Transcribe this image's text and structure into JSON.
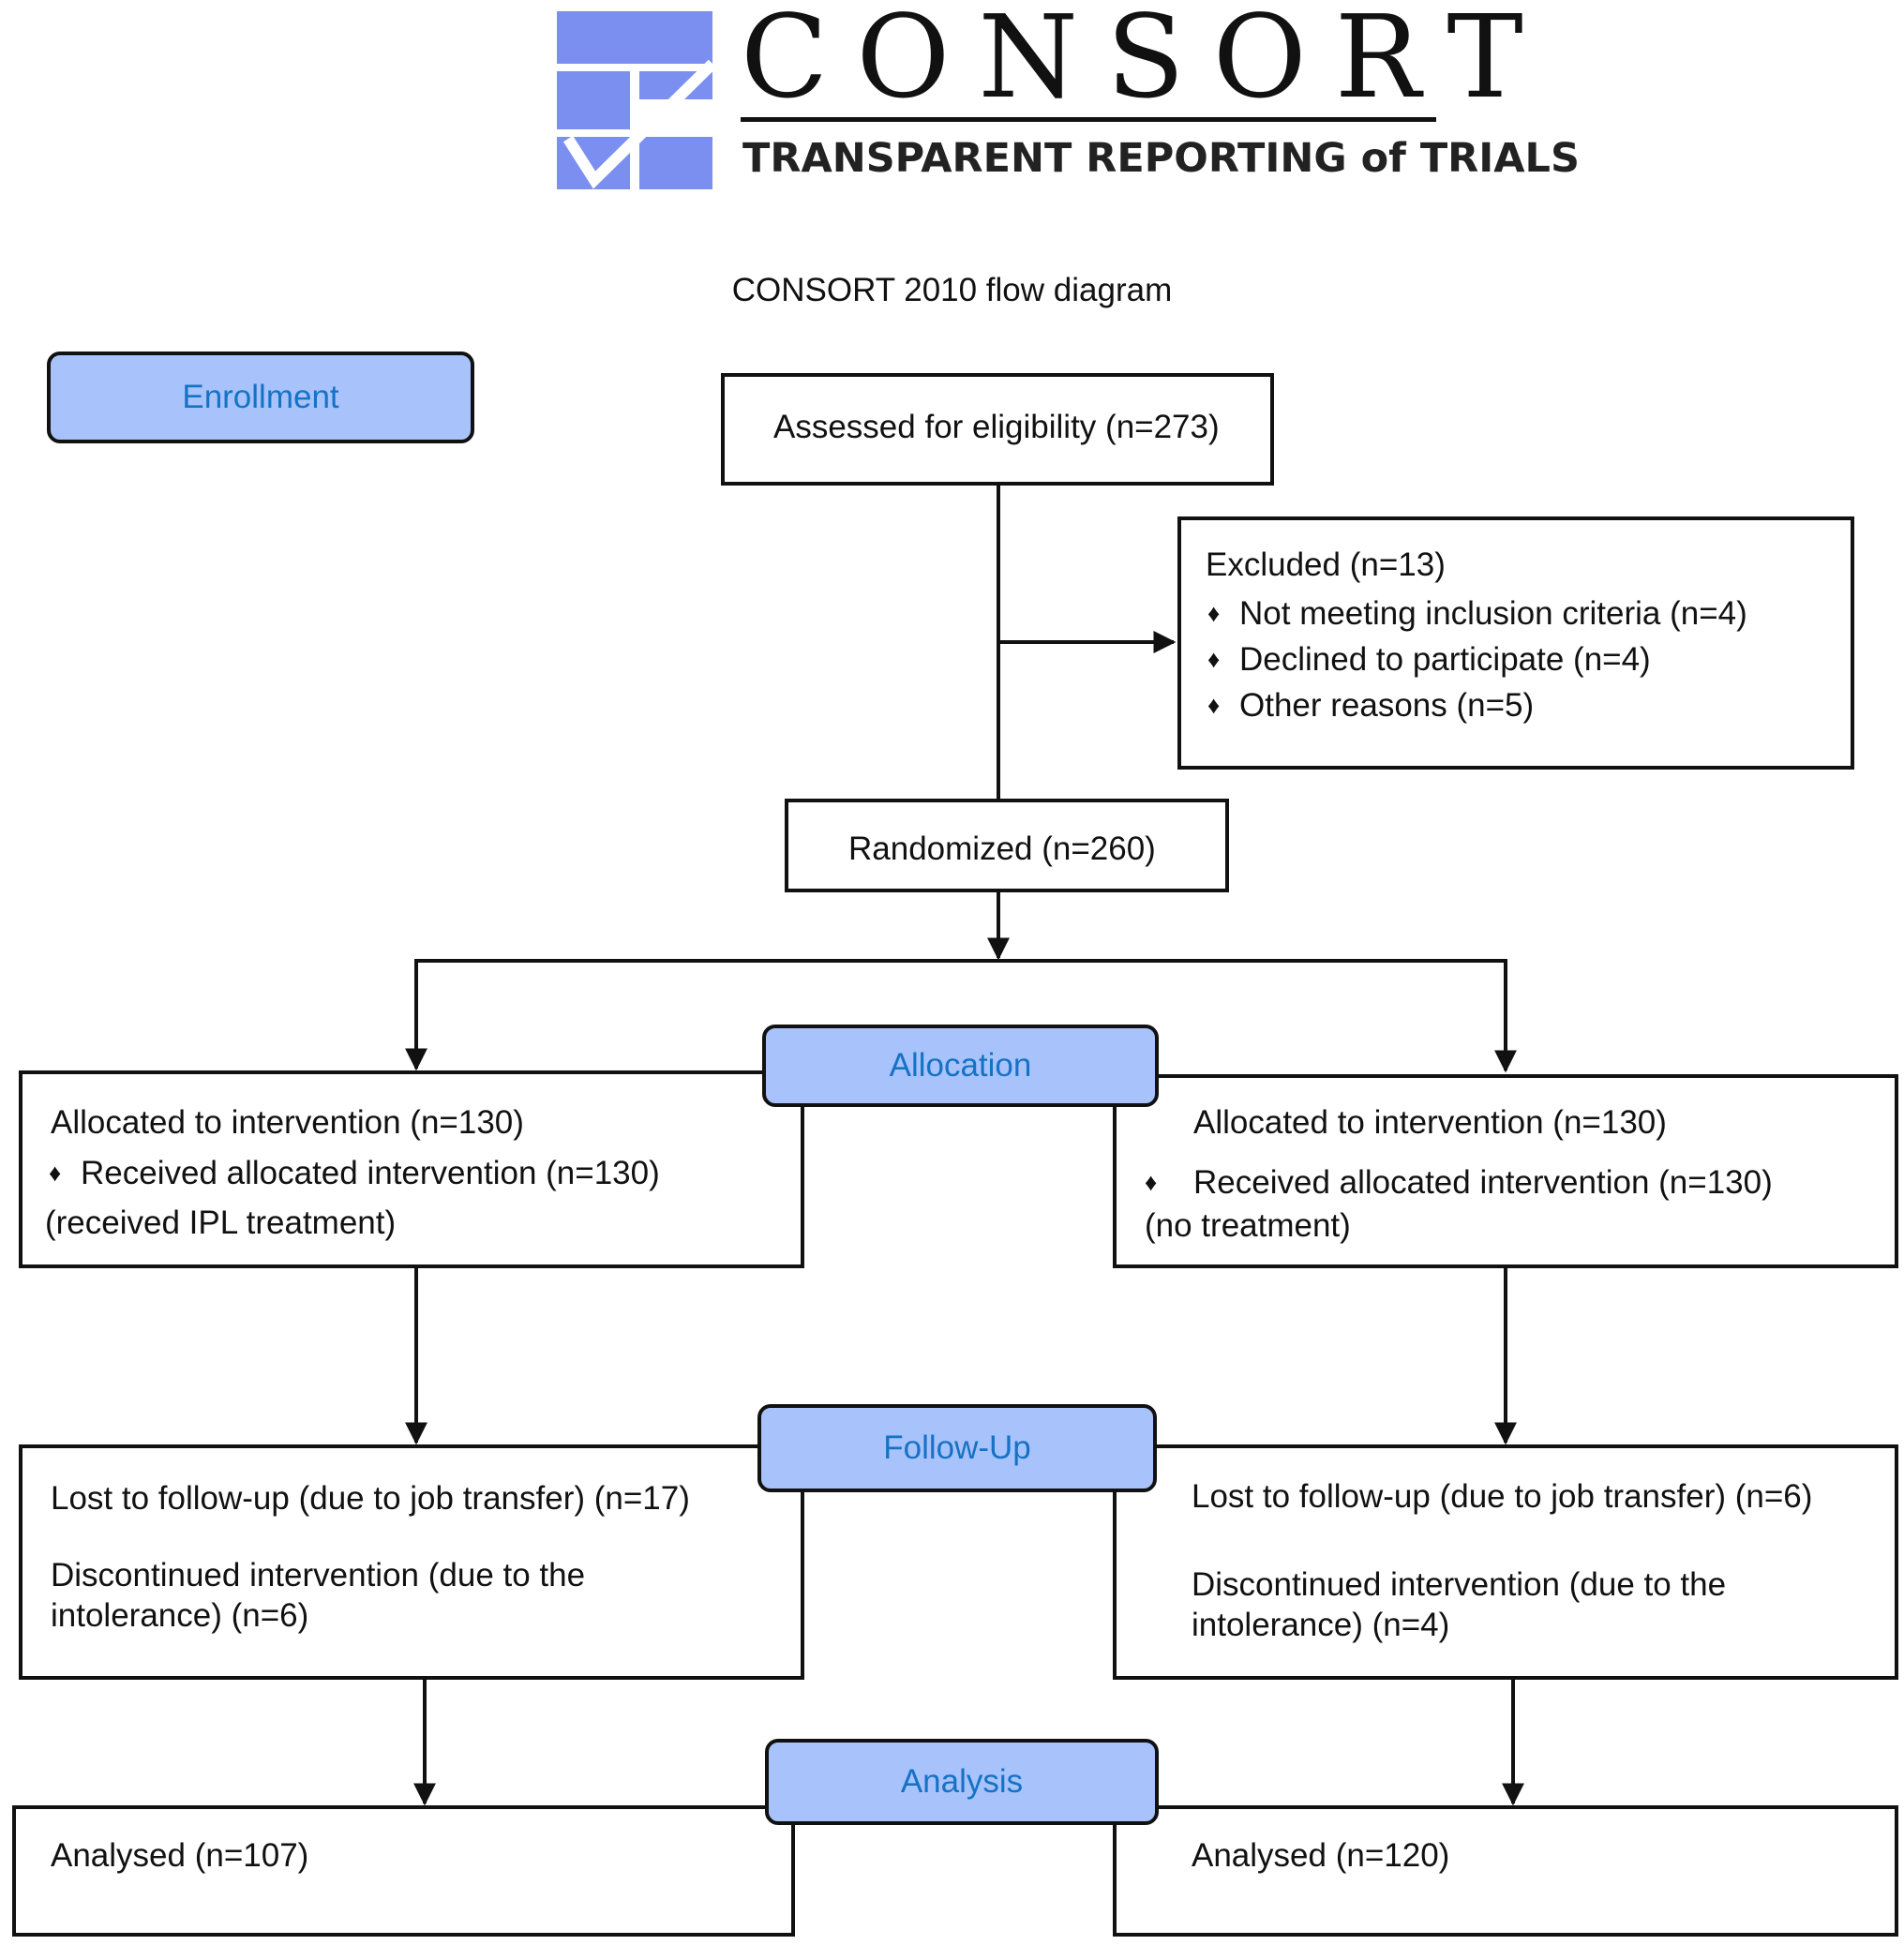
{
  "logo": {
    "title": "CONSORT",
    "subtitle": "TRANSPARENT REPORTING of TRIALS",
    "color": "#7b8ff0"
  },
  "diagram_title": "CONSORT 2010 flow diagram",
  "stages": {
    "enrollment": "Enrollment",
    "allocation": "Allocation",
    "follow_up": "Follow-Up",
    "analysis": "Analysis",
    "fill_color": "#a8c3fb",
    "text_color": "#1572c4"
  },
  "enrollment": {
    "assessed": "Assessed for eligibility (n=273)",
    "excluded": {
      "title": "Excluded (n=13)",
      "bullet": "♦",
      "items": [
        "Not meeting inclusion criteria (n=4)",
        "Declined to participate (n=4)",
        "Other reasons (n=5)"
      ]
    },
    "randomized": "Randomized (n=260)"
  },
  "allocation": {
    "left": {
      "line1": "Allocated to intervention (n=130)",
      "bullet": "♦",
      "line2": "Received allocated intervention (n=130)",
      "line3": "(received IPL treatment)"
    },
    "right": {
      "line1": "Allocated to intervention (n=130)",
      "bullet": "♦",
      "line2": "Received allocated intervention (n=130)",
      "line3": "(no treatment)"
    }
  },
  "follow_up": {
    "left": {
      "lost": "Lost to follow-up (due to job transfer) (n=17)",
      "discontinued_1": "Discontinued intervention (due to the",
      "discontinued_2": "intolerance) (n=6)"
    },
    "right": {
      "lost": "Lost to follow-up (due to job transfer) (n=6)",
      "discontinued_1": "Discontinued intervention (due to the",
      "discontinued_2": "intolerance) (n=4)"
    }
  },
  "analysis": {
    "left": "Analysed (n=107)",
    "right": "Analysed (n=120)"
  }
}
